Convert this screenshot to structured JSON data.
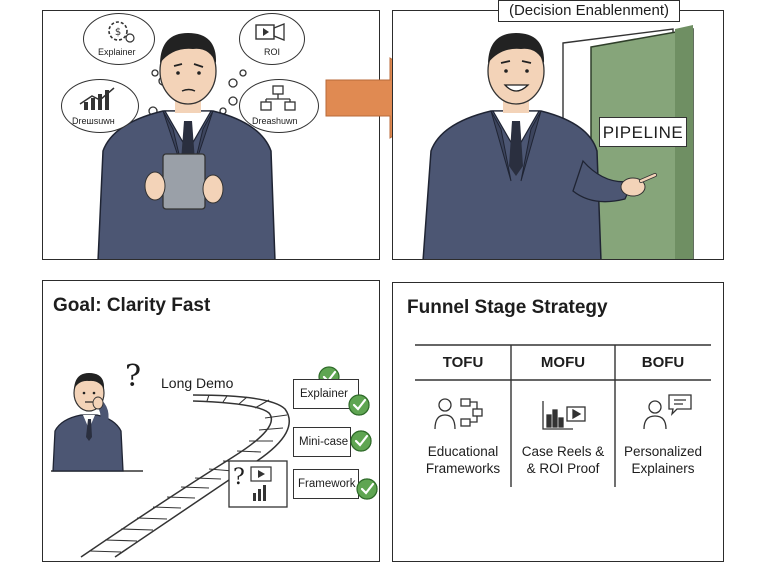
{
  "panel1": {
    "bubbles": [
      {
        "label": "Explainer",
        "icon": "gear-dollar-icon"
      },
      {
        "label": "ROI",
        "icon": "video-play-icon"
      },
      {
        "label": "Dreшsuwн",
        "icon": "bar-chart-icon"
      },
      {
        "label": "Dreashuwn",
        "icon": "flowchart-icon"
      }
    ]
  },
  "panel2": {
    "tag": "(Decision Enablenment)",
    "door_sign": "PIPELINE"
  },
  "panel3": {
    "title": "Goal: Clarity Fast",
    "road_label": "Long Demo",
    "question_mark": "?",
    "cards": [
      "Explainer",
      "Mini-case",
      "Framework"
    ],
    "card_question": "?"
  },
  "panel4": {
    "title": "Funnel Stage Strategy",
    "columns": [
      {
        "header": "TOFU",
        "icon": "presenter-flowchart-icon",
        "text_lines": [
          "Educational",
          "Frameworks"
        ]
      },
      {
        "header": "MOFU",
        "icon": "chart-video-icon",
        "text_lines": [
          "Case Reels &",
          "& ROI Proof"
        ]
      },
      {
        "header": "BOFU",
        "icon": "person-chat-icon",
        "text_lines": [
          "Personalized",
          "Explainers"
        ]
      }
    ]
  },
  "colors": {
    "suit": "#4c5673",
    "door": "#86a57a",
    "arrow": "#e08a52",
    "check": "#5fa552",
    "skin": "#f3d3b8",
    "hair": "#222222"
  }
}
